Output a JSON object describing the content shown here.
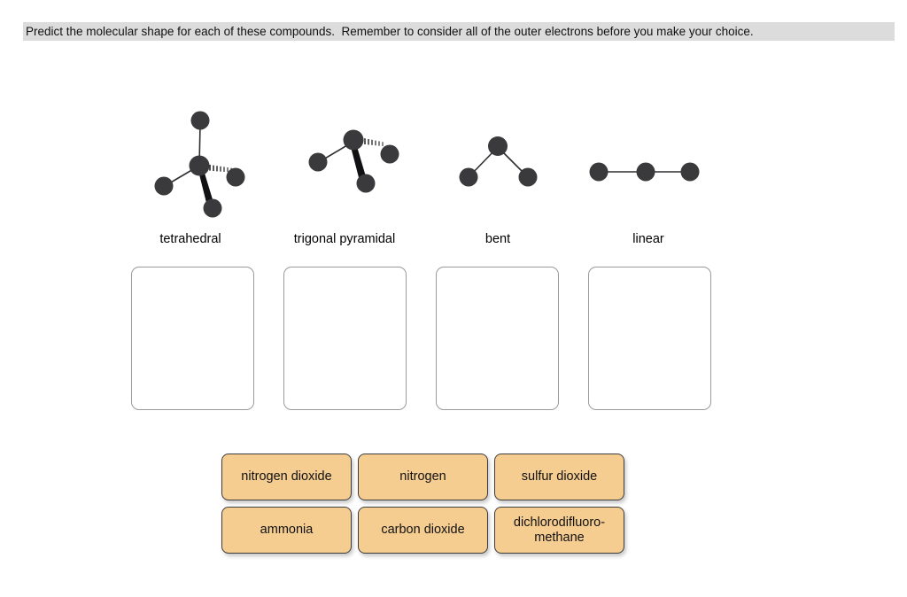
{
  "instruction": {
    "text": "Predict the molecular shape for each of these compounds.  Remember to consider all of the outer electrons before you make your choice.",
    "highlight_color": "#dcdcdc"
  },
  "palette": {
    "atom_color": "#3a3a3c",
    "bond_color": "#2f2f31",
    "tile_fill": "#f6cd91",
    "tile_border": "#3c3c3c",
    "dropzone_border": "#9a9a9a",
    "page_background": "#ffffff"
  },
  "shapes": [
    {
      "id": "tetrahedral",
      "label": "tetrahedral",
      "diagram_name": "tetrahedral-molecule-diagram",
      "atoms": 5,
      "bond_types": [
        "plain",
        "plain",
        "hashed-wedge",
        "solid-wedge"
      ]
    },
    {
      "id": "trigonal-pyramidal",
      "label": "trigonal pyramidal",
      "diagram_name": "trigonal-pyramidal-molecule-diagram",
      "atoms": 4,
      "bond_types": [
        "plain",
        "hashed-wedge",
        "solid-wedge"
      ]
    },
    {
      "id": "bent",
      "label": "bent",
      "diagram_name": "bent-molecule-diagram",
      "atoms": 3,
      "bond_types": [
        "plain",
        "plain"
      ]
    },
    {
      "id": "linear",
      "label": "linear",
      "diagram_name": "linear-molecule-diagram",
      "atoms": 3,
      "bond_types": [
        "plain",
        "plain"
      ]
    }
  ],
  "drop_zones": [
    {
      "id": "dropzone-tetrahedral",
      "contents": ""
    },
    {
      "id": "dropzone-trigonal-pyramidal",
      "contents": ""
    },
    {
      "id": "dropzone-bent",
      "contents": ""
    },
    {
      "id": "dropzone-linear",
      "contents": ""
    }
  ],
  "tiles": [
    {
      "id": "tile-nitrogen-dioxide",
      "label": "nitrogen dioxide"
    },
    {
      "id": "tile-nitrogen",
      "label": "nitrogen"
    },
    {
      "id": "tile-sulfur-dioxide",
      "label": "sulfur dioxide"
    },
    {
      "id": "tile-ammonia",
      "label": "ammonia"
    },
    {
      "id": "tile-carbon-dioxide",
      "label": "carbon dioxide"
    },
    {
      "id": "tile-dichlorodifluoromethane",
      "label": "dichlorodifluoro-\nmethane"
    }
  ]
}
